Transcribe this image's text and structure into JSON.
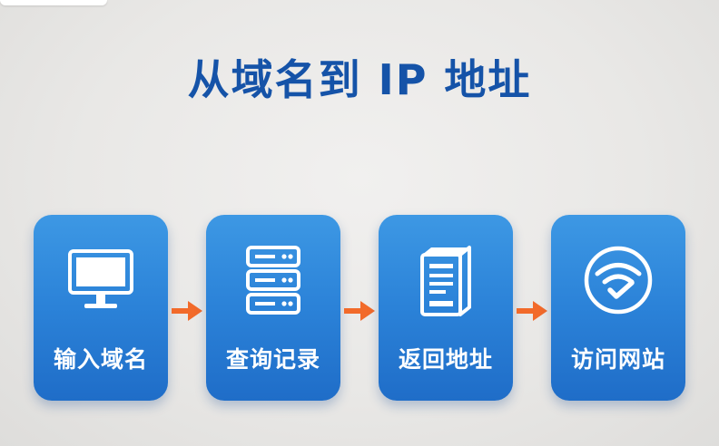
{
  "title": "从域名到 IP 地址",
  "steps": [
    {
      "label": "输入域名",
      "icon": "monitor-icon"
    },
    {
      "label": "查询记录",
      "icon": "server-rack-icon"
    },
    {
      "label": "返回地址",
      "icon": "document-server-icon"
    },
    {
      "label": "访问网站",
      "icon": "wifi-check-icon"
    }
  ],
  "colors": {
    "title": "#1553a8",
    "card": "#2b82d8",
    "arrow": "#f26a2a",
    "background": "#e9e8e6"
  }
}
